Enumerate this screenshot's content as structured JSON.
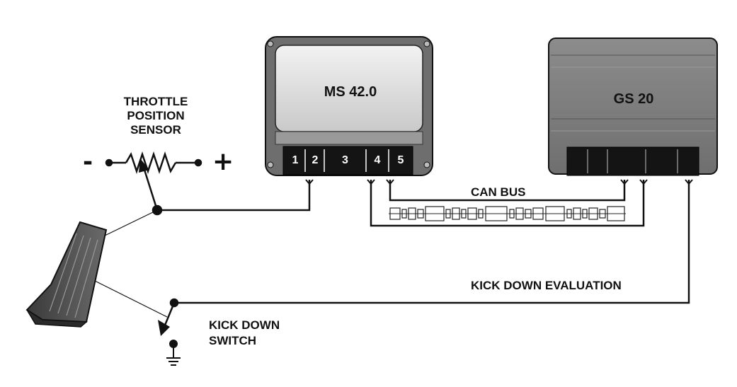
{
  "sensor": {
    "title_lines": [
      "THROTTLE",
      "POSITION",
      "SENSOR"
    ],
    "minus": "-",
    "plus": "+"
  },
  "ms_module": {
    "title": "MS 42.0",
    "pins": [
      "1",
      "2",
      "3",
      "4",
      "5"
    ]
  },
  "gs_module": {
    "title": "GS 20"
  },
  "labels": {
    "can_bus": "CAN BUS",
    "kick_down_evaluation": "KICK DOWN EVALUATION",
    "kick_down_switch_lines": [
      "KICK DOWN",
      "SWITCH"
    ]
  },
  "colors": {
    "ink": "#111111",
    "ms_face": "#d9d9d9",
    "ms_body": "#6e6e6e",
    "gs_body": "#7a7a7a",
    "connector": "#141414"
  }
}
